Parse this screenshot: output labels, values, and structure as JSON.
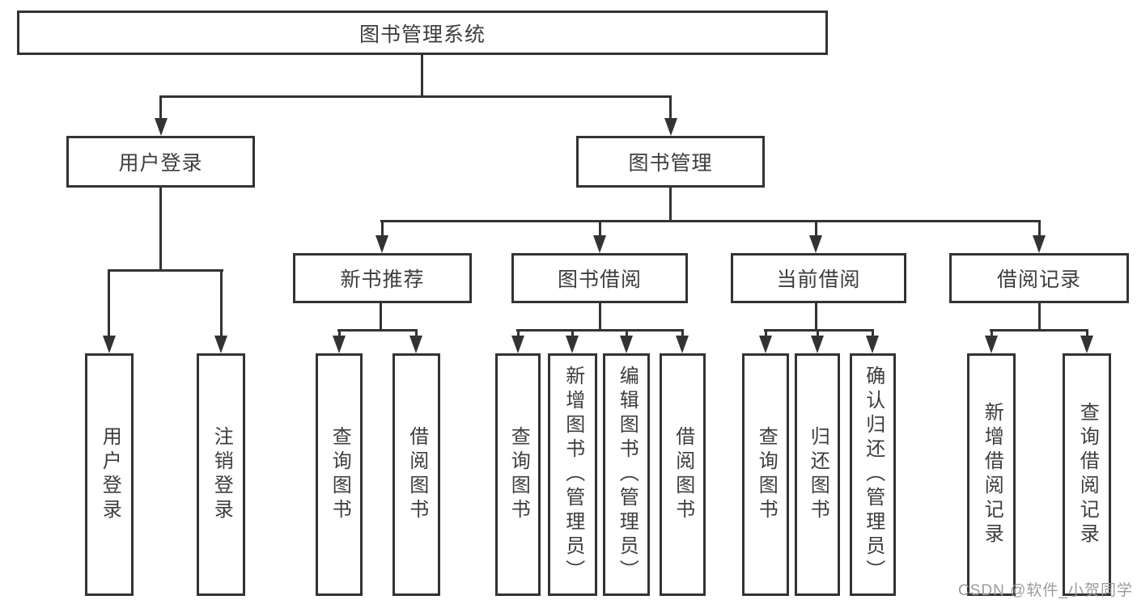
{
  "diagram": {
    "root": {
      "label": "图书管理系统"
    },
    "level2": [
      {
        "label": "用户登录"
      },
      {
        "label": "图书管理"
      }
    ],
    "level3": [
      {
        "label": "新书推荐",
        "parent": "图书管理"
      },
      {
        "label": "图书借阅",
        "parent": "图书管理"
      },
      {
        "label": "当前借阅",
        "parent": "图书管理"
      },
      {
        "label": "借阅记录",
        "parent": "图书管理"
      }
    ],
    "leaves": [
      {
        "label": "用户登录",
        "parent": "用户登录"
      },
      {
        "label": "注销登录",
        "parent": "用户登录"
      },
      {
        "label": "查询图书",
        "parent": "新书推荐"
      },
      {
        "label": "借阅图书",
        "parent": "新书推荐"
      },
      {
        "label": "查询图书",
        "parent": "图书借阅"
      },
      {
        "label": "新增图书（管理员）",
        "parent": "图书借阅"
      },
      {
        "label": "编辑图书（管理员）",
        "parent": "图书借阅"
      },
      {
        "label": "借阅图书",
        "parent": "图书借阅"
      },
      {
        "label": "查询图书",
        "parent": "当前借阅"
      },
      {
        "label": "归还图书",
        "parent": "当前借阅"
      },
      {
        "label": "确认归还（管理员）",
        "parent": "当前借阅"
      },
      {
        "label": "新增借阅记录",
        "parent": "借阅记录"
      },
      {
        "label": "查询借阅记录",
        "parent": "借阅记录"
      }
    ]
  },
  "watermark": {
    "text": "CSDN @软件_小贺同学"
  },
  "colors": {
    "line": "#333333",
    "box_border": "#333333",
    "text": "#3d3d3d",
    "watermark": "#9b9b9b",
    "background": "#ffffff"
  }
}
